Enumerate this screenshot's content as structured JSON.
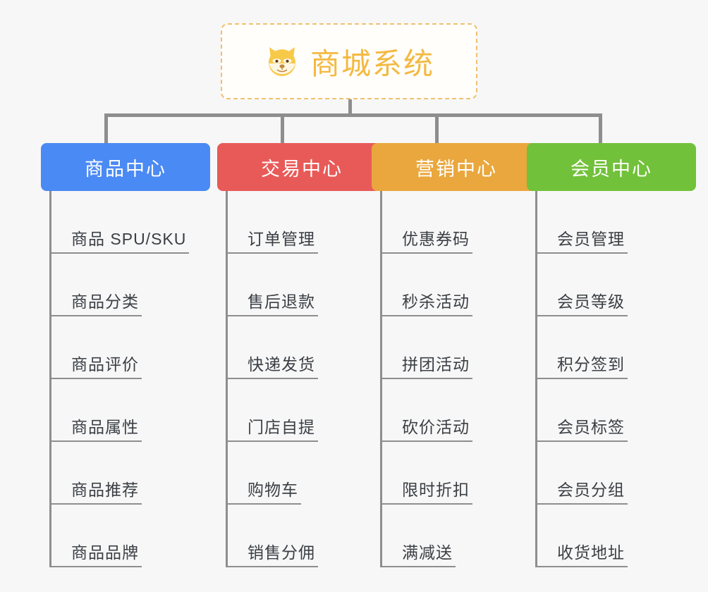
{
  "diagram": {
    "background_color": "#f7f7f7",
    "connector_color": "#8e8e8e",
    "root": {
      "icon": "shiba-inu-dog-face-emoji",
      "title": "商城系统",
      "title_color": "#f3b941",
      "border_color": "#f0c070",
      "background_color": "#fffefb"
    },
    "columns": [
      {
        "header": "商品中心",
        "color": "#4a8af4",
        "items": [
          "商品 SPU/SKU",
          "商品分类",
          "商品评价",
          "商品属性",
          "商品推荐",
          "商品品牌"
        ]
      },
      {
        "header": "交易中心",
        "color": "#e85a58",
        "items": [
          "订单管理",
          "售后退款",
          "快递发货",
          "门店自提",
          "购物车",
          "销售分佣"
        ]
      },
      {
        "header": "营销中心",
        "color": "#eaa73d",
        "items": [
          "优惠券码",
          "秒杀活动",
          "拼团活动",
          "砍价活动",
          "限时折扣",
          "满减送"
        ]
      },
      {
        "header": "会员中心",
        "color": "#72c13a",
        "items": [
          "会员管理",
          "会员等级",
          "积分签到",
          "会员标签",
          "会员分组",
          "收货地址"
        ]
      }
    ]
  }
}
